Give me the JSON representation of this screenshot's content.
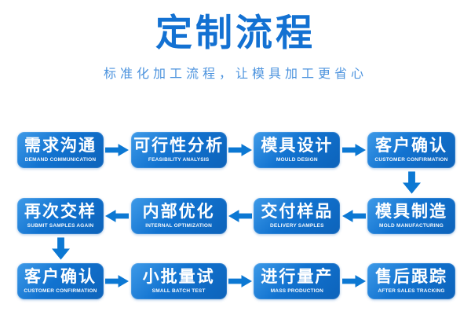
{
  "header": {
    "title": "定制流程",
    "subtitle": "标准化加工流程，让模具加工更省心"
  },
  "colors": {
    "title": "#1371d2",
    "subtitle": "#4c93de",
    "box_grad_1": "#3e9ae8",
    "box_grad_2": "#1273d0",
    "box_grad_3": "#0d63ba",
    "arrow": "#0c78d3"
  },
  "flow": {
    "rows": [
      {
        "direction": "right",
        "steps": [
          {
            "zh": "需求沟通",
            "en": "DEMAND COMMUNICATION"
          },
          {
            "zh": "可行性分析",
            "en": "FEASIBILITY ANALYSIS"
          },
          {
            "zh": "模具设计",
            "en": "MOULD DESIGN"
          },
          {
            "zh": "客户确认",
            "en": "CUSTOMER CONFIRMATION"
          }
        ]
      },
      {
        "direction": "left",
        "steps": [
          {
            "zh": "再次交样",
            "en": "SUBMIT SAMPLES AGAIN"
          },
          {
            "zh": "内部优化",
            "en": "INTERNAL OPTIMIZATION"
          },
          {
            "zh": "交付样品",
            "en": "DELIVERY SAMPLES"
          },
          {
            "zh": "模具制造",
            "en": "MOLD MANUFACTURING"
          }
        ]
      },
      {
        "direction": "right",
        "steps": [
          {
            "zh": "客户确认",
            "en": "CUSTOMER CONFIRMATION"
          },
          {
            "zh": "小批量试",
            "en": "SMALL BATCH TEST"
          },
          {
            "zh": "进行量产",
            "en": "MASS PRODUCTION"
          },
          {
            "zh": "售后跟踪",
            "en": "AFTER SALES TRACKING"
          }
        ]
      }
    ]
  }
}
